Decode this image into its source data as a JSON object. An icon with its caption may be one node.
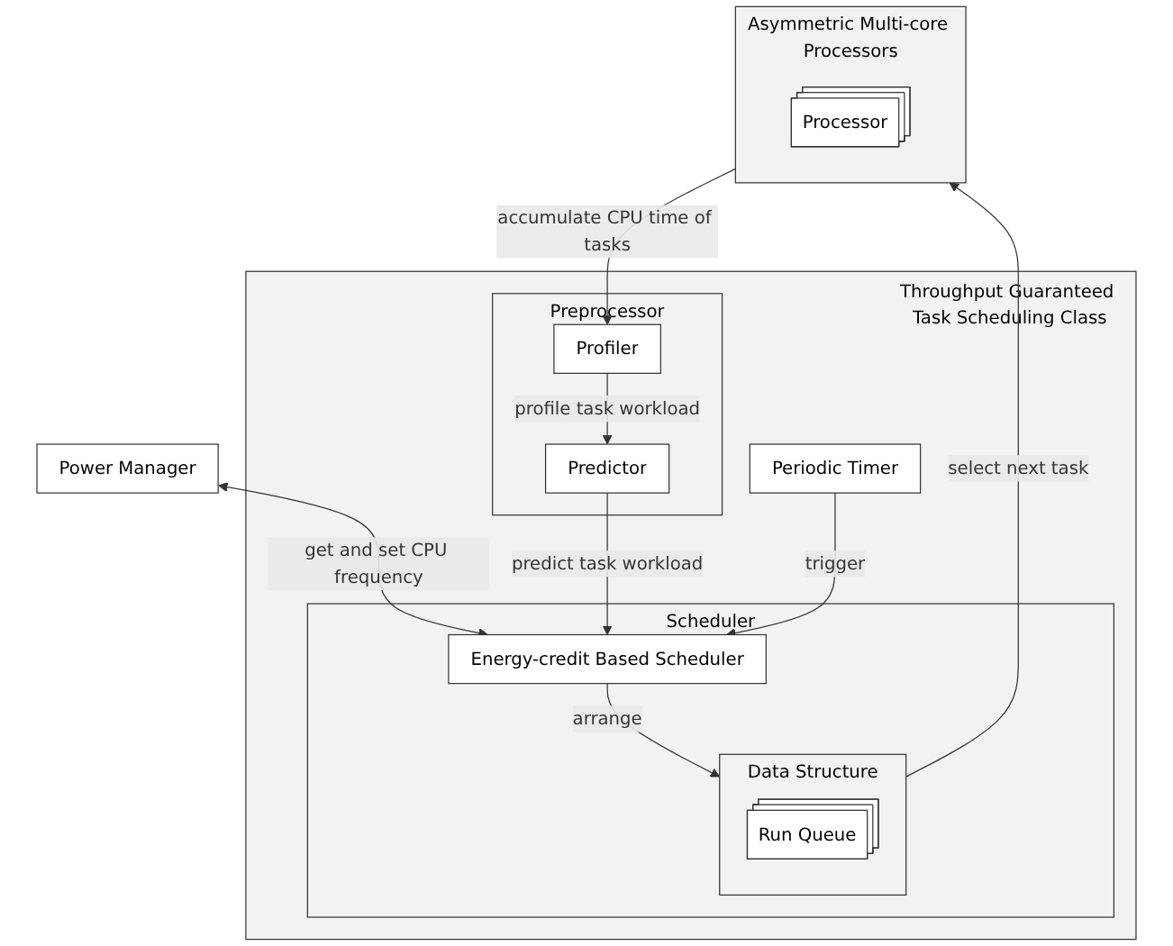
{
  "diagram": {
    "nodes": [
      {
        "text": [
          "Power Manager"
        ]
      },
      {
        "text": [
          "Throughput Guaranteed Task Scheduling Class"
        ]
      },
      {
        "text": [
          "Preprocessor"
        ],
        "in": 1
      },
      {
        "text": [
          "Predictor"
        ],
        "in": 2
      },
      {
        "text": [
          "Profiler"
        ],
        "in": 2
      },
      {
        "text": [
          "Scheduler"
        ],
        "in": 1
      },
      {
        "text": [
          "Energy-credit Based Scheduler"
        ],
        "in": 5
      },
      {
        "text": [
          "Data Structure"
        ],
        "in": 5
      },
      {
        "text": [
          "Run Queue"
        ],
        "in": 7
      },
      {
        "text": [
          "Periodic Timer"
        ],
        "in": 1
      },
      {
        "text": [
          "Asymmetric Multi-core Processors"
        ]
      },
      {
        "text": [
          "Processor"
        ],
        "in": 10
      }
    ],
    "edges": [
      {
        "from": 0,
        "to": 6,
        "arrow": "both",
        "label": "get and set CPU frequency"
      },
      {
        "from": 3,
        "to": 6,
        "arrow": "to",
        "label": "predict task workload"
      },
      {
        "from": 9,
        "to": 6,
        "arrow": "to",
        "label": "trigger"
      },
      {
        "from": 6,
        "to": 7,
        "arrow": "to",
        "label": "arrange"
      },
      {
        "from": 4,
        "to": 3,
        "arrow": "to",
        "label": "profile task workload"
      },
      {
        "from": 10,
        "to": 4,
        "arrow": "to",
        "label": "accumulate CPU time of tasks"
      },
      {
        "from": 7,
        "to": 10,
        "arrow": "to",
        "label": "select next task"
      }
    ]
  }
}
